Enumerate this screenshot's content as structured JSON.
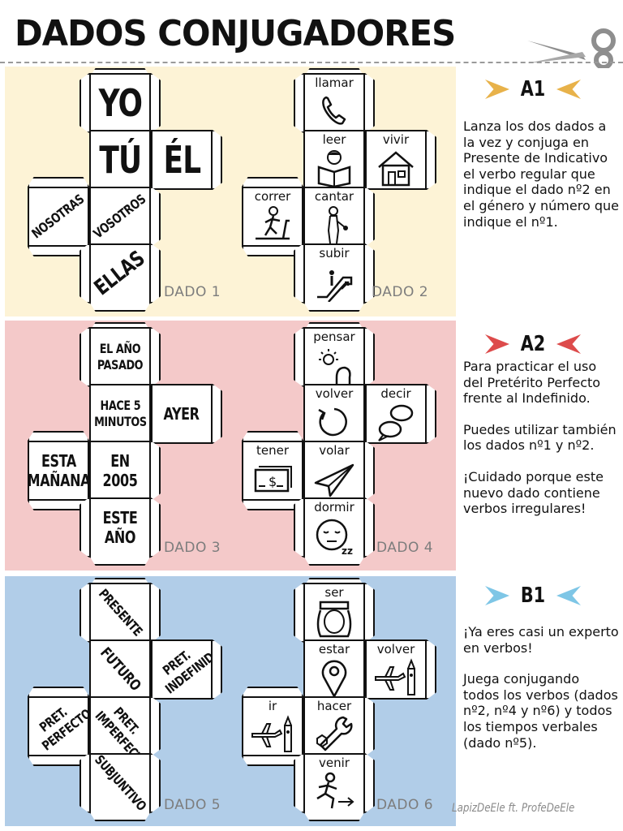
{
  "title": "DADOS CONJUGADORES",
  "colors": {
    "band1": "#fdf3d6",
    "band2": "#f4c9c9",
    "band3": "#b1cde8",
    "a1_flag": "#e8b24a",
    "a2_flag": "#dd4b4b",
    "b1_flag": "#7ec6e6"
  },
  "dado1": {
    "label": "DADO 1",
    "faces": [
      "YO",
      "TÚ",
      "ÉL",
      "NOSOTRAS",
      "VOSOTROS",
      "ELLAS"
    ]
  },
  "dado2": {
    "label": "DADO 2",
    "faces": [
      {
        "verb": "llamar",
        "icon": "phone-icon"
      },
      {
        "verb": "leer",
        "icon": "reading-person-icon"
      },
      {
        "verb": "vivir",
        "icon": "house-icon"
      },
      {
        "verb": "correr",
        "icon": "treadmill-runner-icon"
      },
      {
        "verb": "cantar",
        "icon": "singer-icon"
      },
      {
        "verb": "subir",
        "icon": "escalator-icon"
      }
    ]
  },
  "dado3": {
    "label": "DADO 3",
    "faces": [
      "EL AÑO PASADO",
      "HACE 5 MINUTOS",
      "AYER",
      "ESTA MAÑANA",
      "EN 2005",
      "ESTE AÑO"
    ]
  },
  "dado4": {
    "label": "DADO 4",
    "faces": [
      {
        "verb": "pensar",
        "icon": "idea-head-icon"
      },
      {
        "verb": "volver",
        "icon": "return-arrow-icon"
      },
      {
        "verb": "decir",
        "icon": "speech-bubbles-icon"
      },
      {
        "verb": "tener",
        "icon": "money-icon"
      },
      {
        "verb": "volar",
        "icon": "paper-plane-icon"
      },
      {
        "verb": "dormir",
        "icon": "sleeping-face-icon"
      }
    ]
  },
  "dado5": {
    "label": "DADO 5",
    "faces": [
      "PRESENTE",
      "FUTURO",
      "PRET. INDEFINIDO",
      "PRET. PERFECTO",
      "PRET. IMPERFECTO",
      "SUBJUNTIVO"
    ]
  },
  "dado6": {
    "label": "DADO 6",
    "faces": [
      {
        "verb": "ser",
        "icon": "woman-face-icon"
      },
      {
        "verb": "estar",
        "icon": "location-pin-icon"
      },
      {
        "verb": "volver",
        "icon": "plane-bigben-icon"
      },
      {
        "verb": "ir",
        "icon": "plane-bigben-icon"
      },
      {
        "verb": "hacer",
        "icon": "wrench-nut-icon"
      },
      {
        "verb": "venir",
        "icon": "running-person-arrow-icon"
      }
    ]
  },
  "sections": [
    {
      "level": "A1",
      "paragraphs": [
        "Lanza los dos dados a la vez y conjuga en Presente de Indicativo el verbo regular que indique el dado nº2 en el género y número que indique el nº1."
      ]
    },
    {
      "level": "A2",
      "paragraphs": [
        "Para practicar el uso del Pretérito Perfecto frente al Indefinido.",
        "Puedes utilizar también los dados nº1 y nº2.",
        "¡Cuidado porque este nuevo dado contiene verbos irregulares!"
      ]
    },
    {
      "level": "B1",
      "paragraphs": [
        "¡Ya eres casi un experto en verbos!",
        "Juega conjugando todos los verbos (dados nº2, nº4 y nº6) y todos los tiempos verbales (dado nº5)."
      ]
    }
  ],
  "credit": "LapizDeEle ft. ProfeDeEle"
}
